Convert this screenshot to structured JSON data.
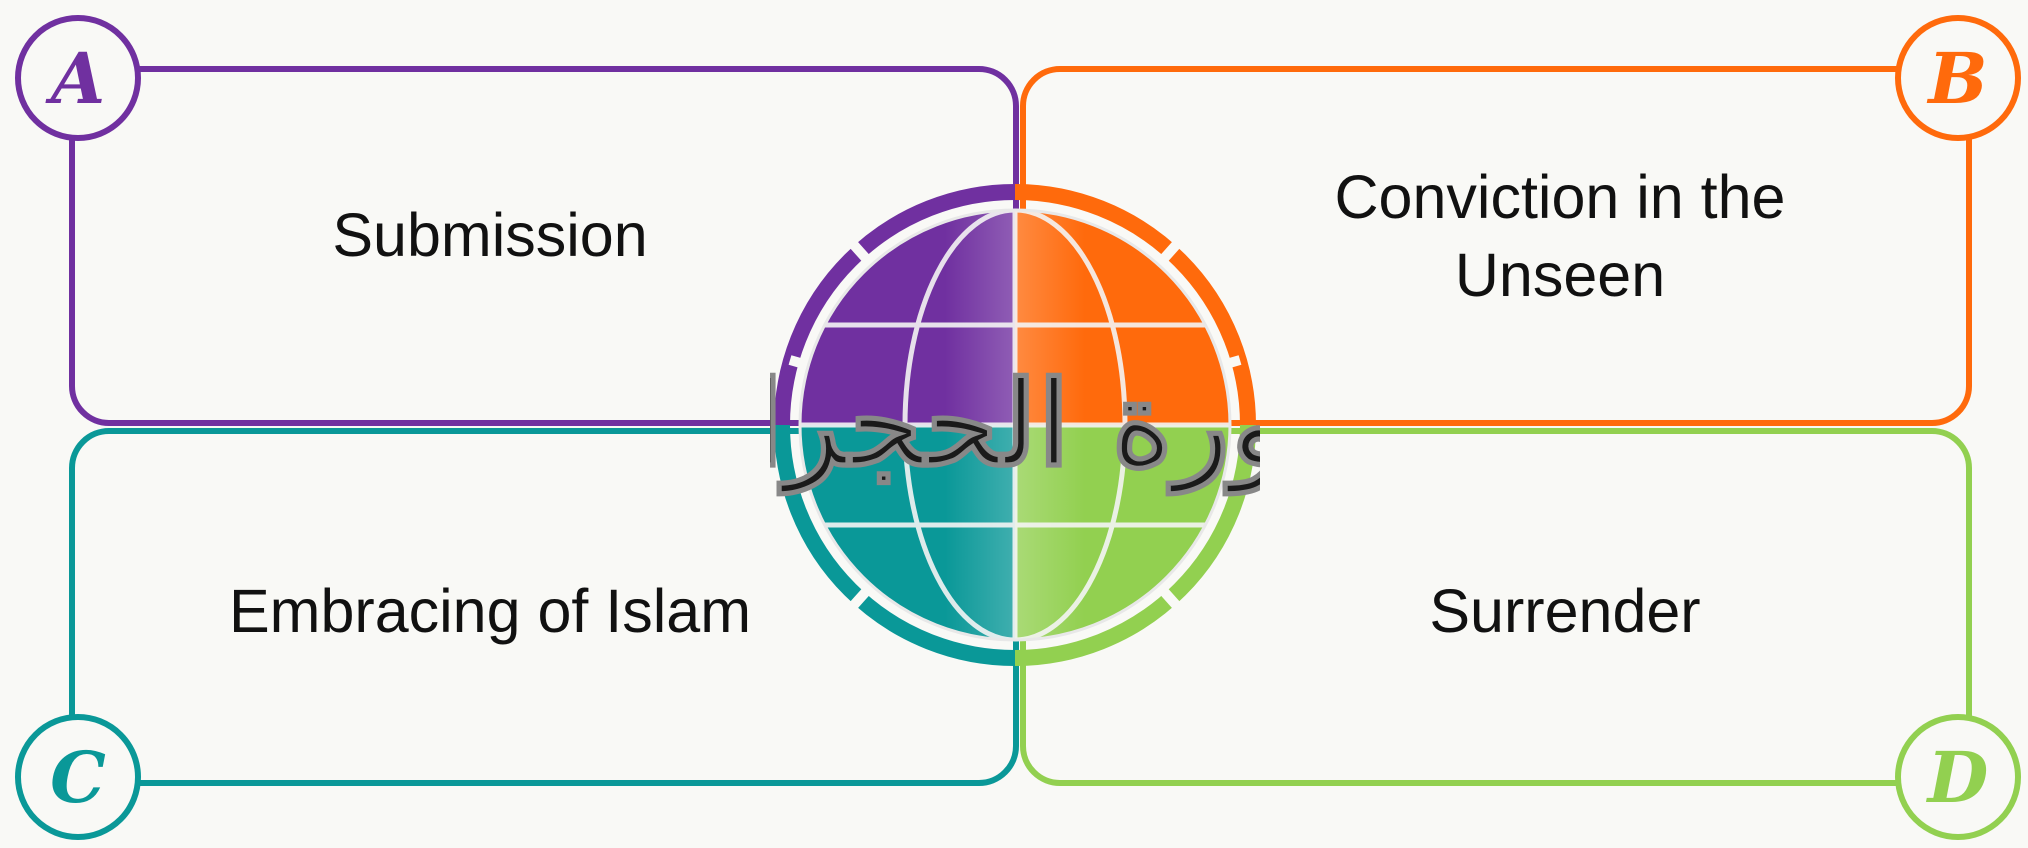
{
  "colors": {
    "a": "#7030a0",
    "b": "#ff6a0c",
    "c": "#0a9898",
    "d": "#92d050",
    "background": "#f9f9f6",
    "text": "#111111"
  },
  "quadrants": [
    {
      "letter": "A",
      "label": "Submission",
      "color": "#7030a0"
    },
    {
      "letter": "B",
      "label": "Conviction in the Unseen",
      "color": "#ff6a0c"
    },
    {
      "letter": "C",
      "label": "Embracing of Islam",
      "color": "#0a9898"
    },
    {
      "letter": "D",
      "label": "Surrender",
      "color": "#92d050"
    }
  ],
  "center": {
    "calligraphy": "سورة الحجرات",
    "icon": "globe-icon"
  }
}
